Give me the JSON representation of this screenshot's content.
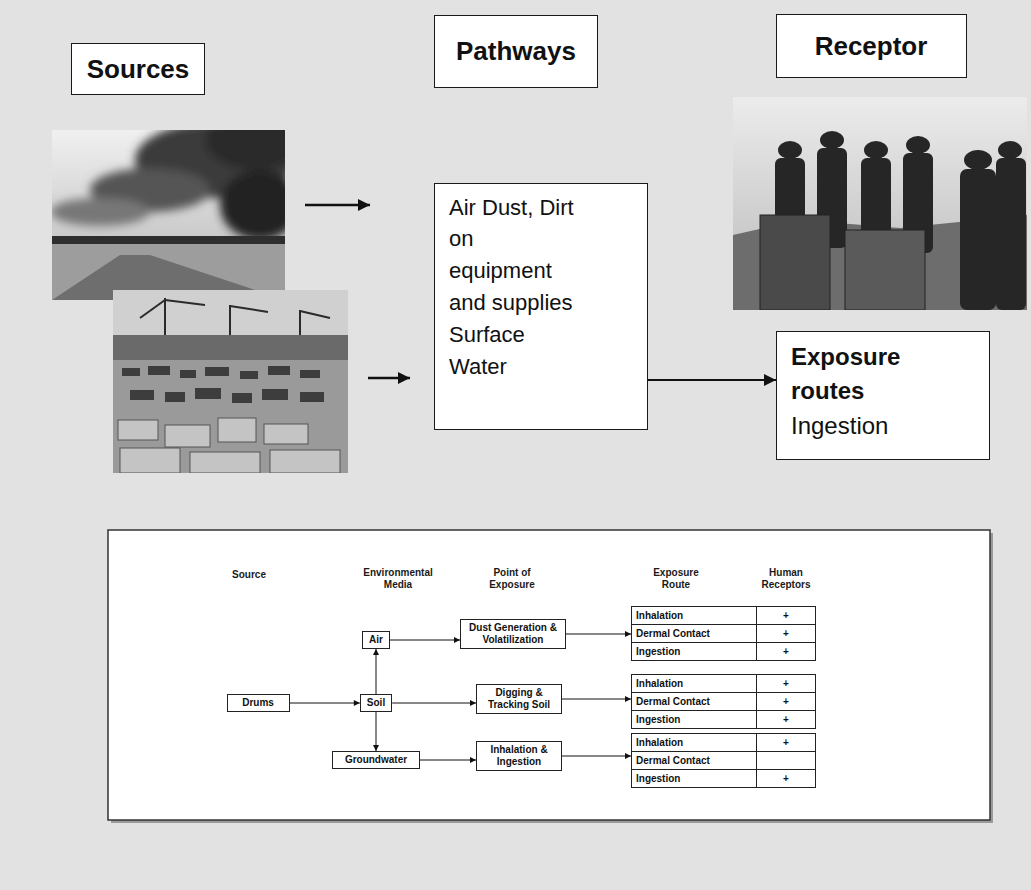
{
  "diagram": {
    "nodes": [
      {
        "text": [
          "Sources"
        ]
      },
      {
        "text": [
          "Pathways"
        ]
      },
      {
        "text": [
          "Receptor"
        ]
      },
      {
        "text": [
          "Air Dust, Dirt on equipment and supplies Surface Water"
        ]
      },
      {
        "text": [
          "Exposure routes",
          "Ingestion"
        ]
      },
      {
        "text": [
          "Air"
        ]
      },
      {
        "text": [
          "Dust Generation & Volatilization"
        ]
      },
      {
        "text": [
          "Inhalation",
          "+",
          "Dermal Contact",
          "+",
          "Ingestion",
          "+"
        ]
      },
      {
        "text": [
          "Drums"
        ]
      },
      {
        "text": [
          "Soil"
        ]
      },
      {
        "text": [
          "Digging & Tracking Soil"
        ]
      },
      {
        "text": [
          "Inhalation",
          "+",
          "Dermal Contact",
          "+",
          "Ingestion",
          "+"
        ]
      },
      {
        "text": [
          "Groundwater"
        ]
      },
      {
        "text": [
          "Inhalation & Ingestion"
        ]
      },
      {
        "text": [
          "Inhalation",
          "+",
          "Dermal Contact",
          "Ingestion",
          "+"
        ]
      }
    ],
    "edges": [
      {
        "from": 3,
        "to": 4,
        "arrow": "to"
      },
      {
        "from": 8,
        "to": 9,
        "arrow": "to"
      },
      {
        "from": 9,
        "to": 5,
        "arrow": "to"
      },
      {
        "from": 9,
        "to": 12,
        "arrow": "to"
      },
      {
        "from": 5,
        "to": 6,
        "arrow": "to"
      },
      {
        "from": 9,
        "to": 10,
        "arrow": "to"
      },
      {
        "from": 12,
        "to": 13,
        "arrow": "to"
      },
      {
        "from": 6,
        "to": 7,
        "arrow": "to"
      },
      {
        "from": 10,
        "to": 11,
        "arrow": "to"
      },
      {
        "from": 13,
        "to": 14,
        "arrow": "to"
      }
    ],
    "labels": [
      "Source",
      "Environmental Media",
      "Point of Exposure",
      "Exposure Route",
      "Human Receptors"
    ]
  }
}
